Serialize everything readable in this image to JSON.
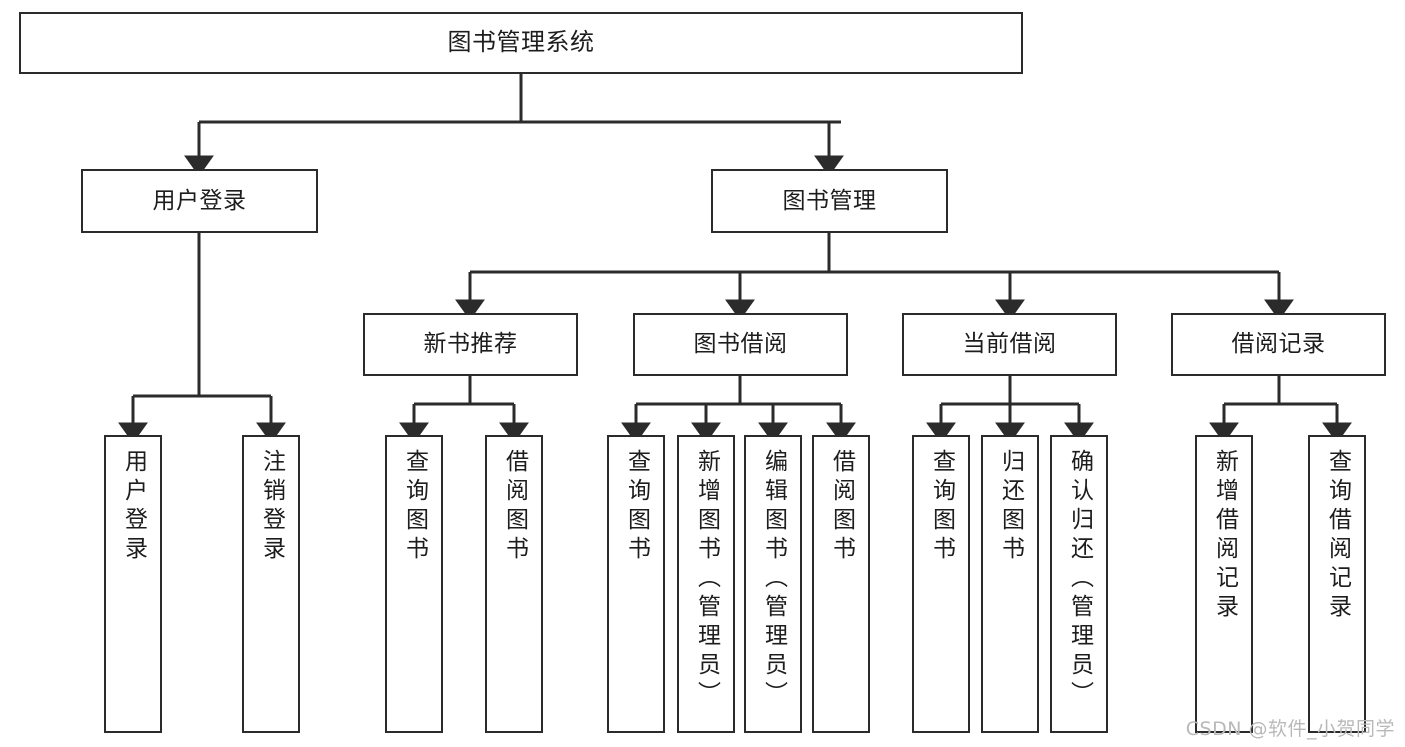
{
  "diagram": {
    "type": "tree-hierarchy-chart",
    "title": "图书管理系统",
    "stroke_color": "#2b2b2b",
    "fill_color": "#ffffff",
    "background": "#ffffff",
    "watermark": "CSDN @软件_小贺同学"
  },
  "nodes": {
    "root": {
      "label": "图书管理系统"
    },
    "level2": [
      {
        "id": "user-login",
        "label": "用户登录"
      },
      {
        "id": "book-manage",
        "label": "图书管理"
      }
    ],
    "level3": [
      {
        "id": "new-book-recommend",
        "label": "新书推荐"
      },
      {
        "id": "book-borrow",
        "label": "图书借阅"
      },
      {
        "id": "current-borrow",
        "label": "当前借阅"
      },
      {
        "id": "borrow-record",
        "label": "借阅记录"
      }
    ],
    "leaves": {
      "user_login": [
        {
          "id": "leaf-user-login",
          "label": "用户登录"
        },
        {
          "id": "leaf-user-logout",
          "label": "注销登录"
        }
      ],
      "new_book_recommend": [
        {
          "id": "leaf-query-book-1",
          "label": "查询图书"
        },
        {
          "id": "leaf-borrow-book-1",
          "label": "借阅图书"
        }
      ],
      "book_borrow": [
        {
          "id": "leaf-query-book-2",
          "label": "查询图书"
        },
        {
          "id": "leaf-add-book",
          "label": "新增图书（管理员）"
        },
        {
          "id": "leaf-edit-book",
          "label": "编辑图书（管理员）"
        },
        {
          "id": "leaf-borrow-book-2",
          "label": "借阅图书"
        }
      ],
      "current_borrow": [
        {
          "id": "leaf-query-book-3",
          "label": "查询图书"
        },
        {
          "id": "leaf-return-book",
          "label": "归还图书"
        },
        {
          "id": "leaf-confirm-return",
          "label": "确认归还（管理员）"
        }
      ],
      "borrow_record": [
        {
          "id": "leaf-add-record",
          "label": "新增借阅记录"
        },
        {
          "id": "leaf-query-record",
          "label": "查询借阅记录"
        }
      ]
    }
  }
}
